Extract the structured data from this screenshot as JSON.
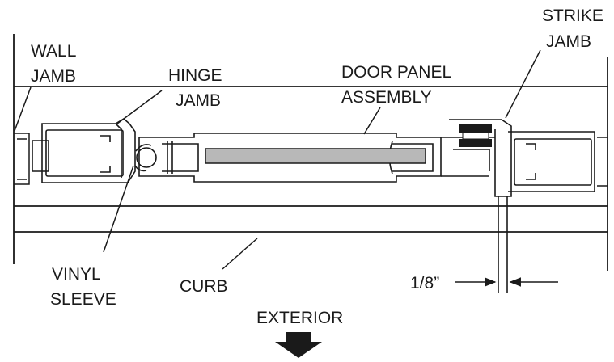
{
  "labels": {
    "wall_jamb_1": "WALL",
    "wall_jamb_2": "JAMB",
    "hinge_jamb_1": "HINGE",
    "hinge_jamb_2": "JAMB",
    "door_panel_1": "DOOR PANEL",
    "door_panel_2": "ASSEMBLY",
    "strike_jamb_1": "STRIKE",
    "strike_jamb_2": "JAMB",
    "vinyl_sleeve_1": "VINYL",
    "vinyl_sleeve_2": "SLEEVE",
    "curb": "CURB",
    "gap": "1/8”",
    "exterior": "EXTERIOR"
  }
}
